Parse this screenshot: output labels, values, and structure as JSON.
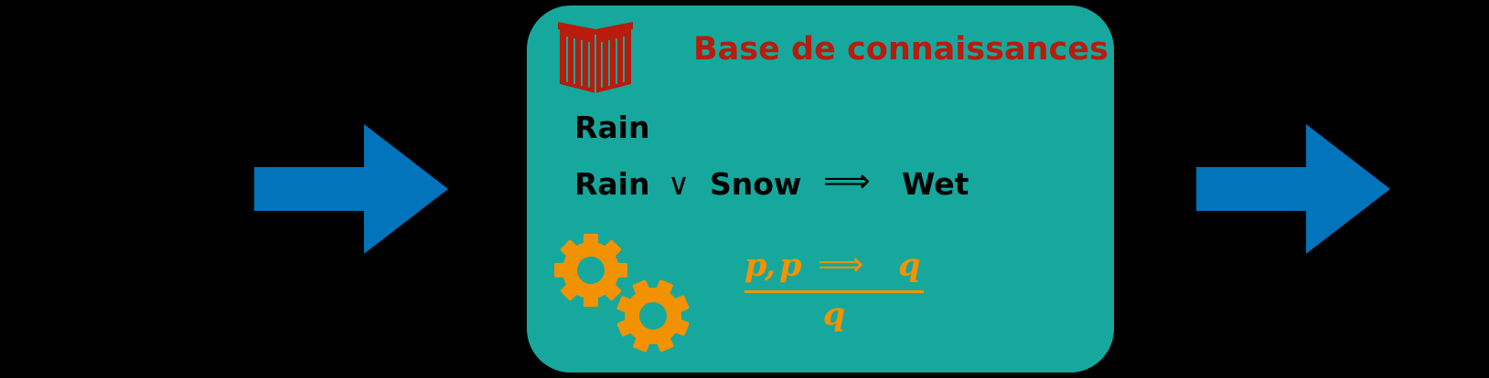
{
  "knowledge_base": {
    "title": "Base de connaissances",
    "fact1": {
      "atom": "Rain"
    },
    "fact2": {
      "left": "Rain",
      "or": "∨",
      "right": "Snow",
      "implies": "⟹",
      "result": "Wet"
    },
    "rule": {
      "p1": "p",
      "comma": ",",
      "p2": "p",
      "implies": "⟹",
      "q": "q",
      "conclusion": "q"
    }
  },
  "colors": {
    "background": "#000000",
    "arrow": "#0174bb",
    "box": "#16a89d",
    "title": "#b71c0c",
    "book": "#b71c0c",
    "gears": "#f39200",
    "rule": "#f39200"
  },
  "icons": [
    "arrow-right-icon",
    "book-icon",
    "gears-icon"
  ]
}
